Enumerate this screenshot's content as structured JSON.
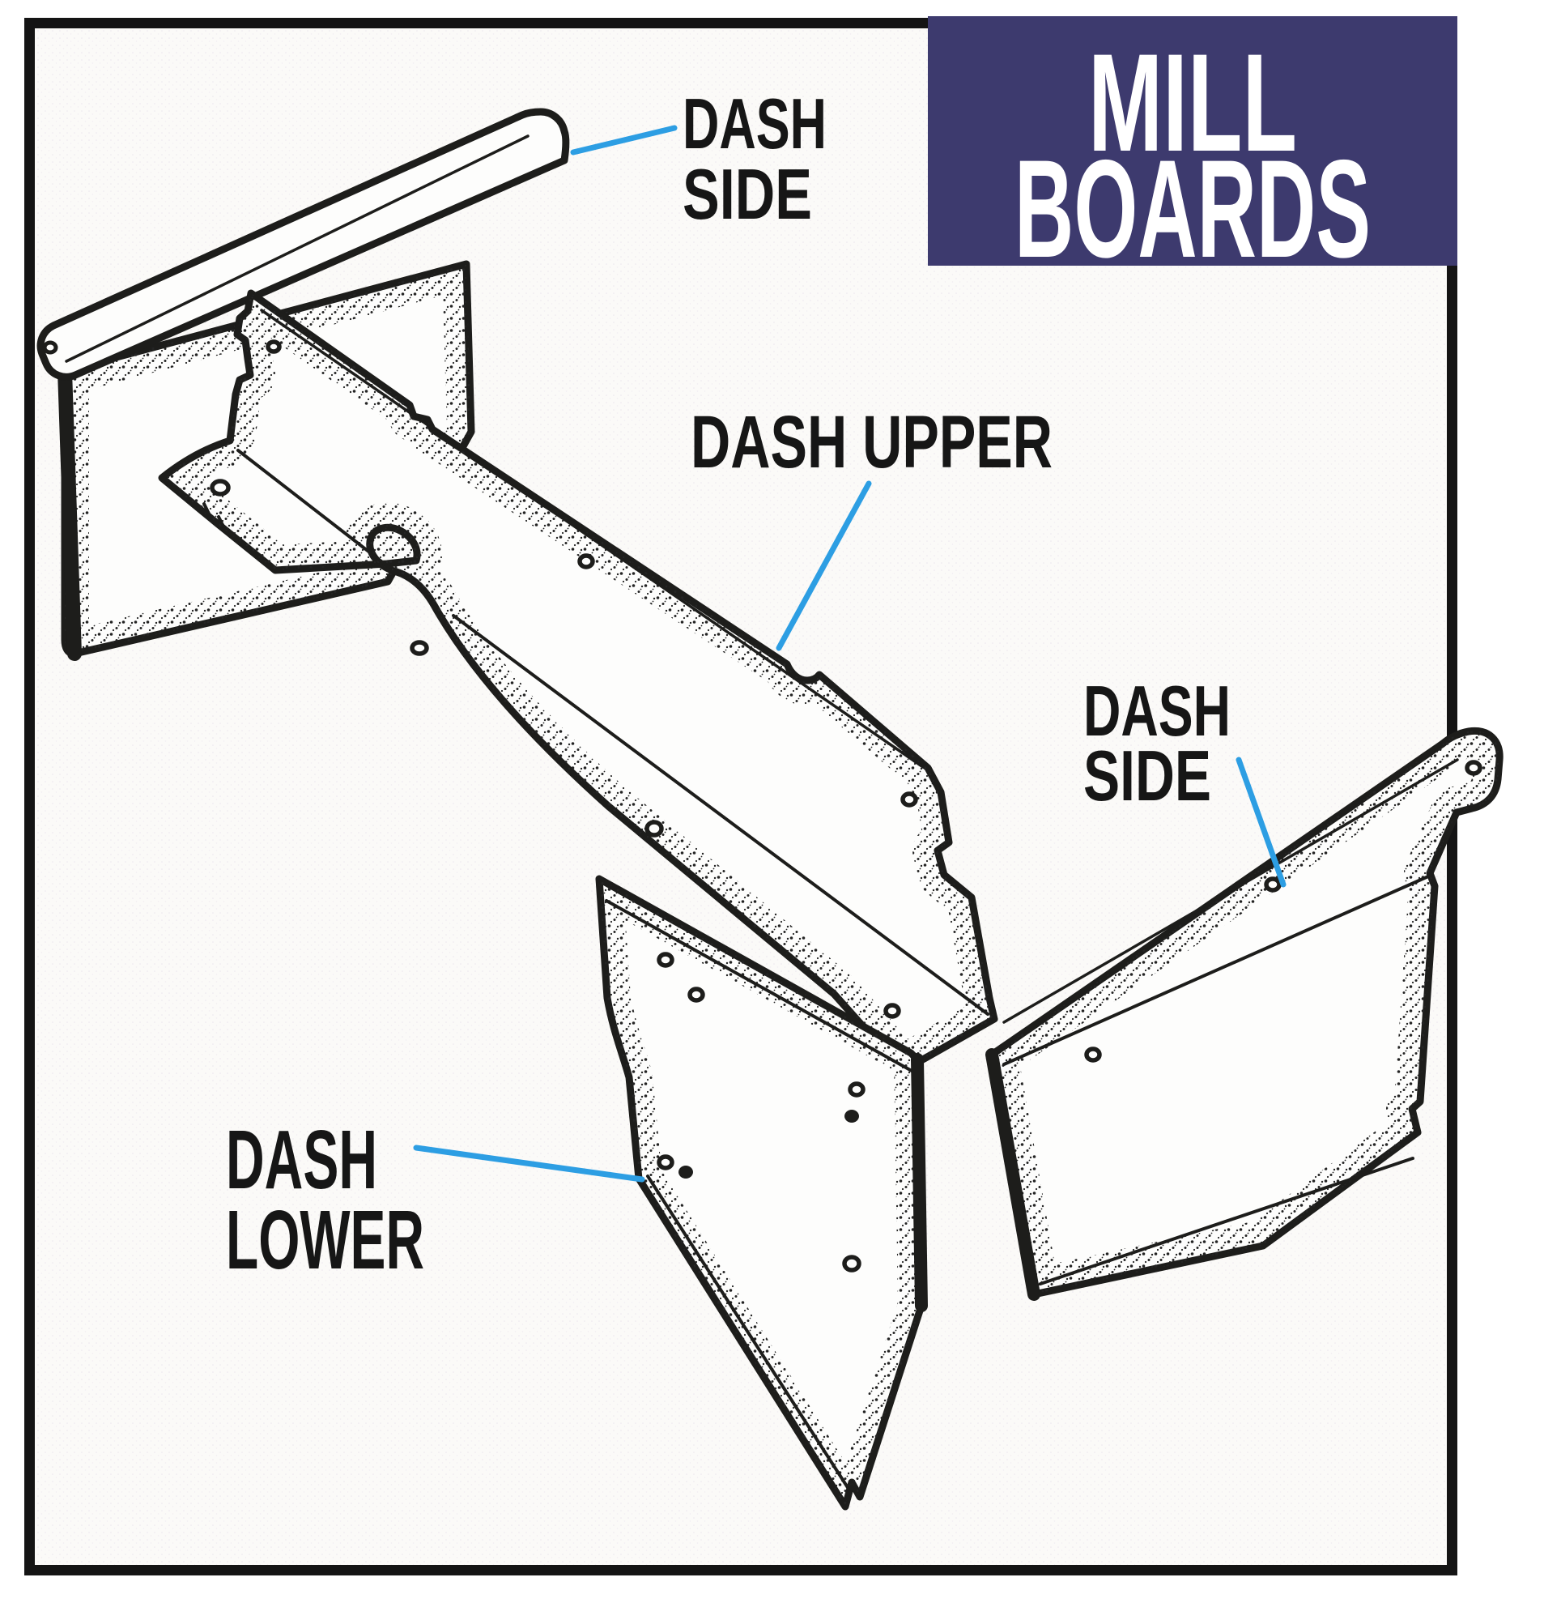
{
  "title": {
    "line1": "MILL",
    "line2": "BOARDS"
  },
  "labels": {
    "dash_side_top": {
      "line1": "DASH",
      "line2": "SIDE"
    },
    "dash_upper": "DASH UPPER",
    "dash_side_right": {
      "line1": "DASH",
      "line2": "SIDE"
    },
    "dash_lower": {
      "line1": "DASH",
      "line2": "LOWER"
    }
  },
  "colors": {
    "title_bg": "#3d3a6e",
    "title_fg": "#ffffff",
    "leader_blue": "#2d9ee3",
    "ink": "#1d1d1b",
    "paper": "#fbfaf8"
  }
}
